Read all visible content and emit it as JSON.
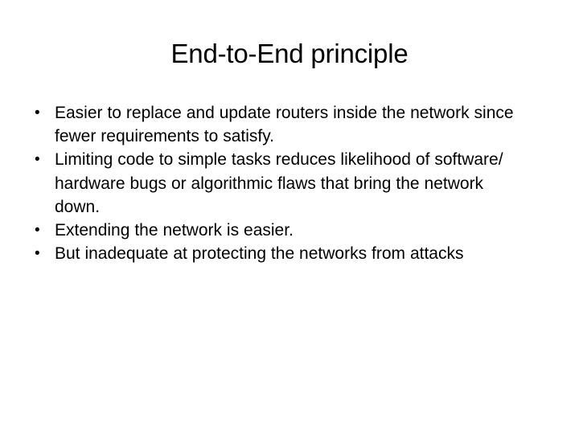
{
  "slide": {
    "title": "End-to-End principle",
    "background_color": "#ffffff",
    "text_color": "#000000",
    "bullet_glyph": "•",
    "bullets": [
      {
        "marker": "•",
        "text": "Easier to replace and update routers inside the network since fewer requirements to satisfy."
      },
      {
        "marker": "•",
        "text": "Limiting code to simple tasks reduces likelihood of software/ hardware bugs or algorithmic flaws that bring the network down."
      },
      {
        "marker": "•",
        "text": "Extending the network is easier."
      },
      {
        "marker": "•",
        "text": "But inadequate at protecting the networks from attacks"
      }
    ]
  }
}
